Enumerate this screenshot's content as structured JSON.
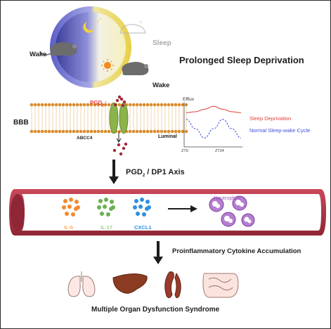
{
  "clock": {
    "wake_top": "Wake",
    "sleep": "Sleep",
    "wake_bottom": "Wake"
  },
  "title": "Prolonged Sleep Deprivation",
  "bbb": {
    "label": "BBB",
    "pgd2_base": "PGD",
    "pgd2_sub": "2",
    "transporter": "ABCC4",
    "luminal": "Luminal"
  },
  "efflux_chart": {
    "ylabel": "Efflux",
    "x_ticks": [
      "ZT0",
      "ZT24"
    ],
    "legend": [
      {
        "name": "Sleep Deprivation",
        "color": "#e0413a"
      },
      {
        "name": "Normal Sleep-wake Cycle",
        "color": "#3a4fd8"
      }
    ]
  },
  "chart_data": {
    "type": "line",
    "ylabel": "Efflux",
    "x_ticks": [
      "ZT0",
      "ZT24"
    ],
    "series": [
      {
        "name": "Sleep Deprivation",
        "x": [
          0,
          6,
          12,
          18,
          24,
          30,
          36
        ],
        "y": [
          0.78,
          0.8,
          0.86,
          0.93,
          0.86,
          0.8,
          0.78
        ]
      },
      {
        "name": "Normal Sleep-wake Cycle",
        "x": [
          0,
          6,
          12,
          18,
          24,
          30,
          36
        ],
        "y": [
          0.62,
          0.4,
          0.18,
          0.4,
          0.62,
          0.4,
          0.18
        ]
      }
    ]
  },
  "axis": {
    "prefix": "PGD",
    "sub": "2",
    "suffix": " / DP1 Axis"
  },
  "vessel": {
    "il6": "IL-6",
    "il17": "IL-17",
    "cxcl1": "CXCL1",
    "neutrophils": "Neutrophils"
  },
  "accumulation": "Proinflammatory Cytokine Accumulation",
  "organs": [
    "lung-icon",
    "liver-icon",
    "kidney-icon",
    "intestine-icon"
  ],
  "footer": "Multiple Organ Dysfunction Syndrome",
  "colors": {
    "orange": "#f28a2e",
    "green": "#6ab04c",
    "blue": "#2f8fe0",
    "purple": "#9b59b6",
    "vessel": "#b23a48",
    "pgd_dot": "#a4283a",
    "membrane": "#d98c2b",
    "channel": "#8ab34a"
  }
}
